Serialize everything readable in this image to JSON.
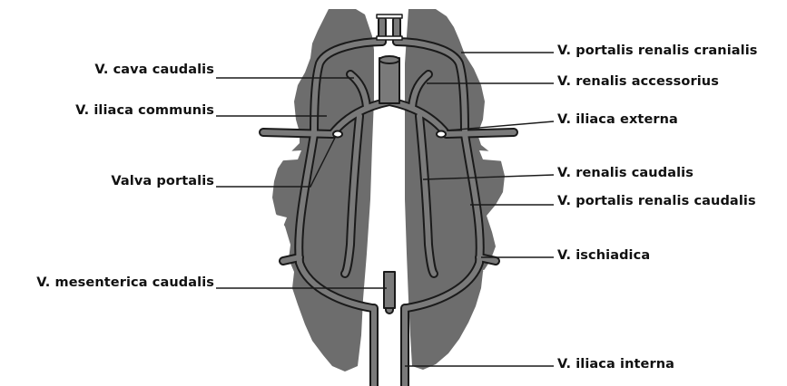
{
  "colors": {
    "kidney": "#6d6d6d",
    "vessel_outline": "#1a1a1a",
    "vessel_fill": "#7a7a7a",
    "leader_line": "#1a1a1a",
    "background": "#ffffff"
  },
  "labels": {
    "left": {
      "cava_caudalis": "V. cava caudalis",
      "iliaca_communis": "V. iliaca communis",
      "valva_portalis": "Valva portalis",
      "mesenterica_caudalis": "V. mesenterica caudalis"
    },
    "right": {
      "portalis_renalis_cranialis": "V. portalis renalis cranialis",
      "renalis_accessorius": "V. renalis accessorius",
      "iliaca_externa": "V. iliaca externa",
      "renalis_caudalis": "V. renalis caudalis",
      "portalis_renalis_caudalis": "V. portalis renalis caudalis",
      "ischiadica": "V. ischiadica",
      "iliaca_interna": "V. iliaca interna"
    }
  }
}
